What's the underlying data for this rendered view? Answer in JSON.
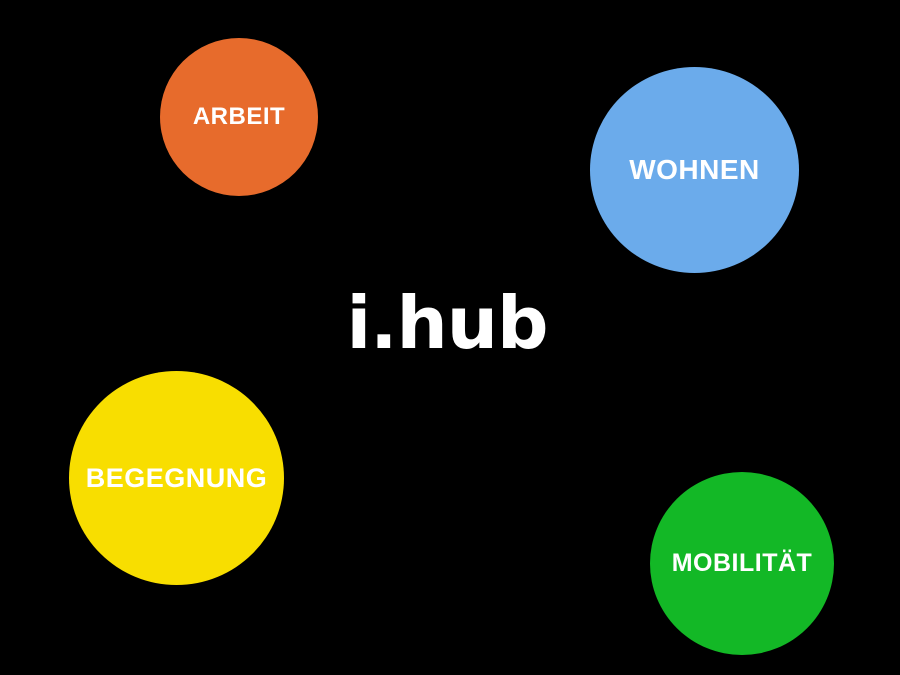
{
  "canvas": {
    "background": "#000000"
  },
  "logo": {
    "text": "i.hub",
    "color": "#FFFFFF"
  },
  "bubbles": [
    {
      "label": "ARBEIT",
      "color": "#E76B2C",
      "text_color": "#FFFFFF"
    },
    {
      "label": "WOHNEN",
      "color": "#6BABEB",
      "text_color": "#FFFFFF"
    },
    {
      "label": "BEGEGNUNG",
      "color": "#F8DE00",
      "text_color": "#FFFFFF"
    },
    {
      "label": "MOBILITÄT",
      "color": "#13B826",
      "text_color": "#FFFFFF"
    }
  ]
}
